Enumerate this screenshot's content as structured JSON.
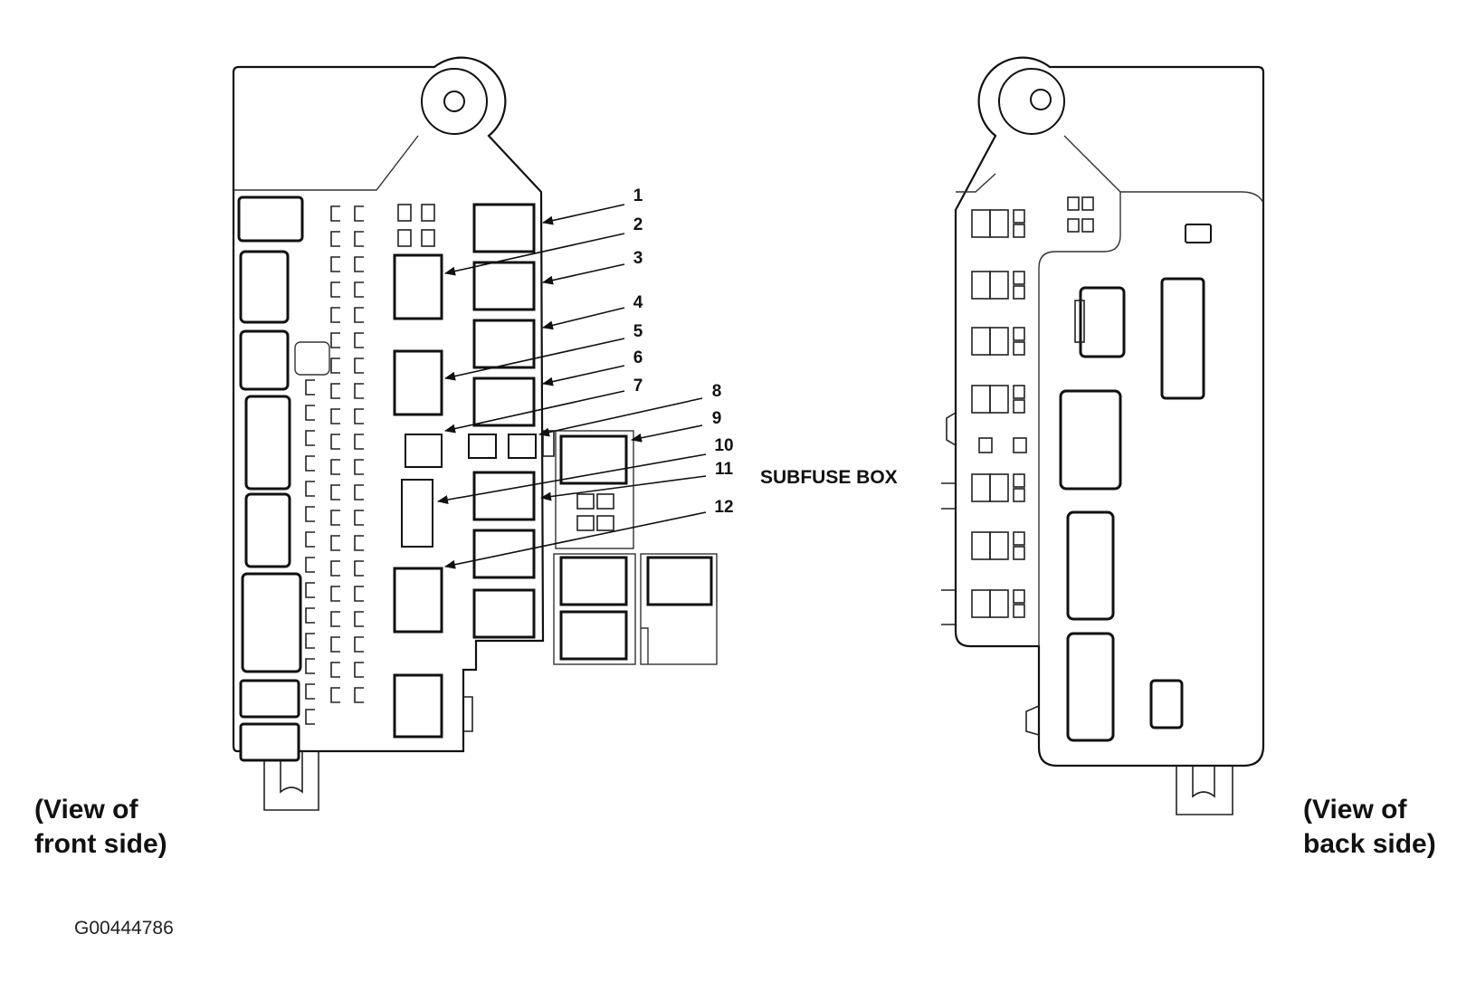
{
  "captions": {
    "front_line1": "(View of",
    "front_line2": "front side)",
    "back_line1": "(View of",
    "back_line2": "back side)",
    "subfuse": "SUBFUSE BOX",
    "figure_code": "G00444786"
  },
  "callouts": [
    {
      "id": "1",
      "label": "1"
    },
    {
      "id": "2",
      "label": "2"
    },
    {
      "id": "3",
      "label": "3"
    },
    {
      "id": "4",
      "label": "4"
    },
    {
      "id": "5",
      "label": "5"
    },
    {
      "id": "6",
      "label": "6"
    },
    {
      "id": "7",
      "label": "7"
    },
    {
      "id": "8",
      "label": "8"
    },
    {
      "id": "9",
      "label": "9"
    },
    {
      "id": "10",
      "label": "10"
    },
    {
      "id": "11",
      "label": "11"
    },
    {
      "id": "12",
      "label": "12"
    },
    "... (21 more)"
  ]
}
